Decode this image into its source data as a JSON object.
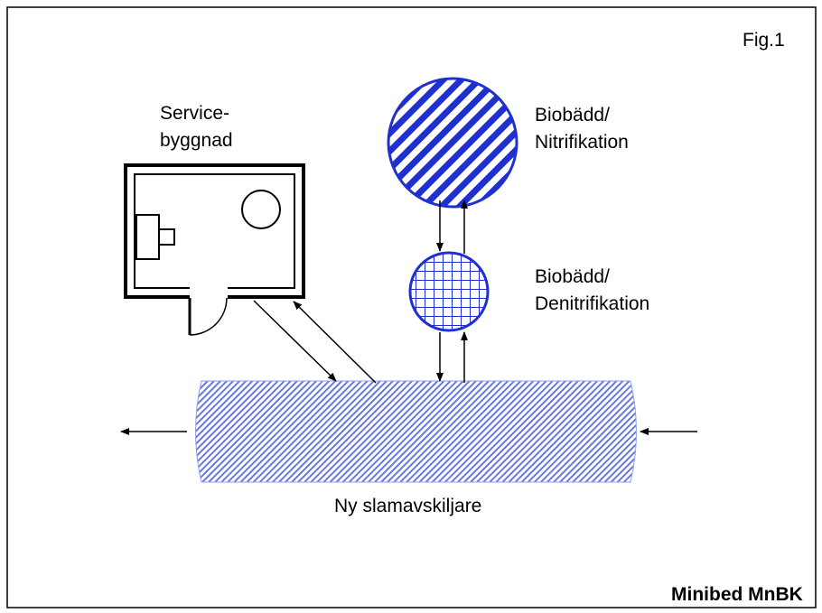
{
  "labels": {
    "figure_number": "Fig.1",
    "service_building_line1": "Service-",
    "service_building_line2": "byggnad",
    "biobed_nitrification_line1": "Biobädd/",
    "biobed_nitrification_line2": "Nitrifikation",
    "biobed_denitrification_line1": "Biobädd/",
    "biobed_denitrification_line2": "Denitrifikation",
    "sludge_separator": "Ny slamavskiljare",
    "brand": "Minibed MnBK"
  },
  "colors": {
    "pattern_blue": "#1f2fd0",
    "line": "#000000",
    "background": "#ffffff"
  }
}
